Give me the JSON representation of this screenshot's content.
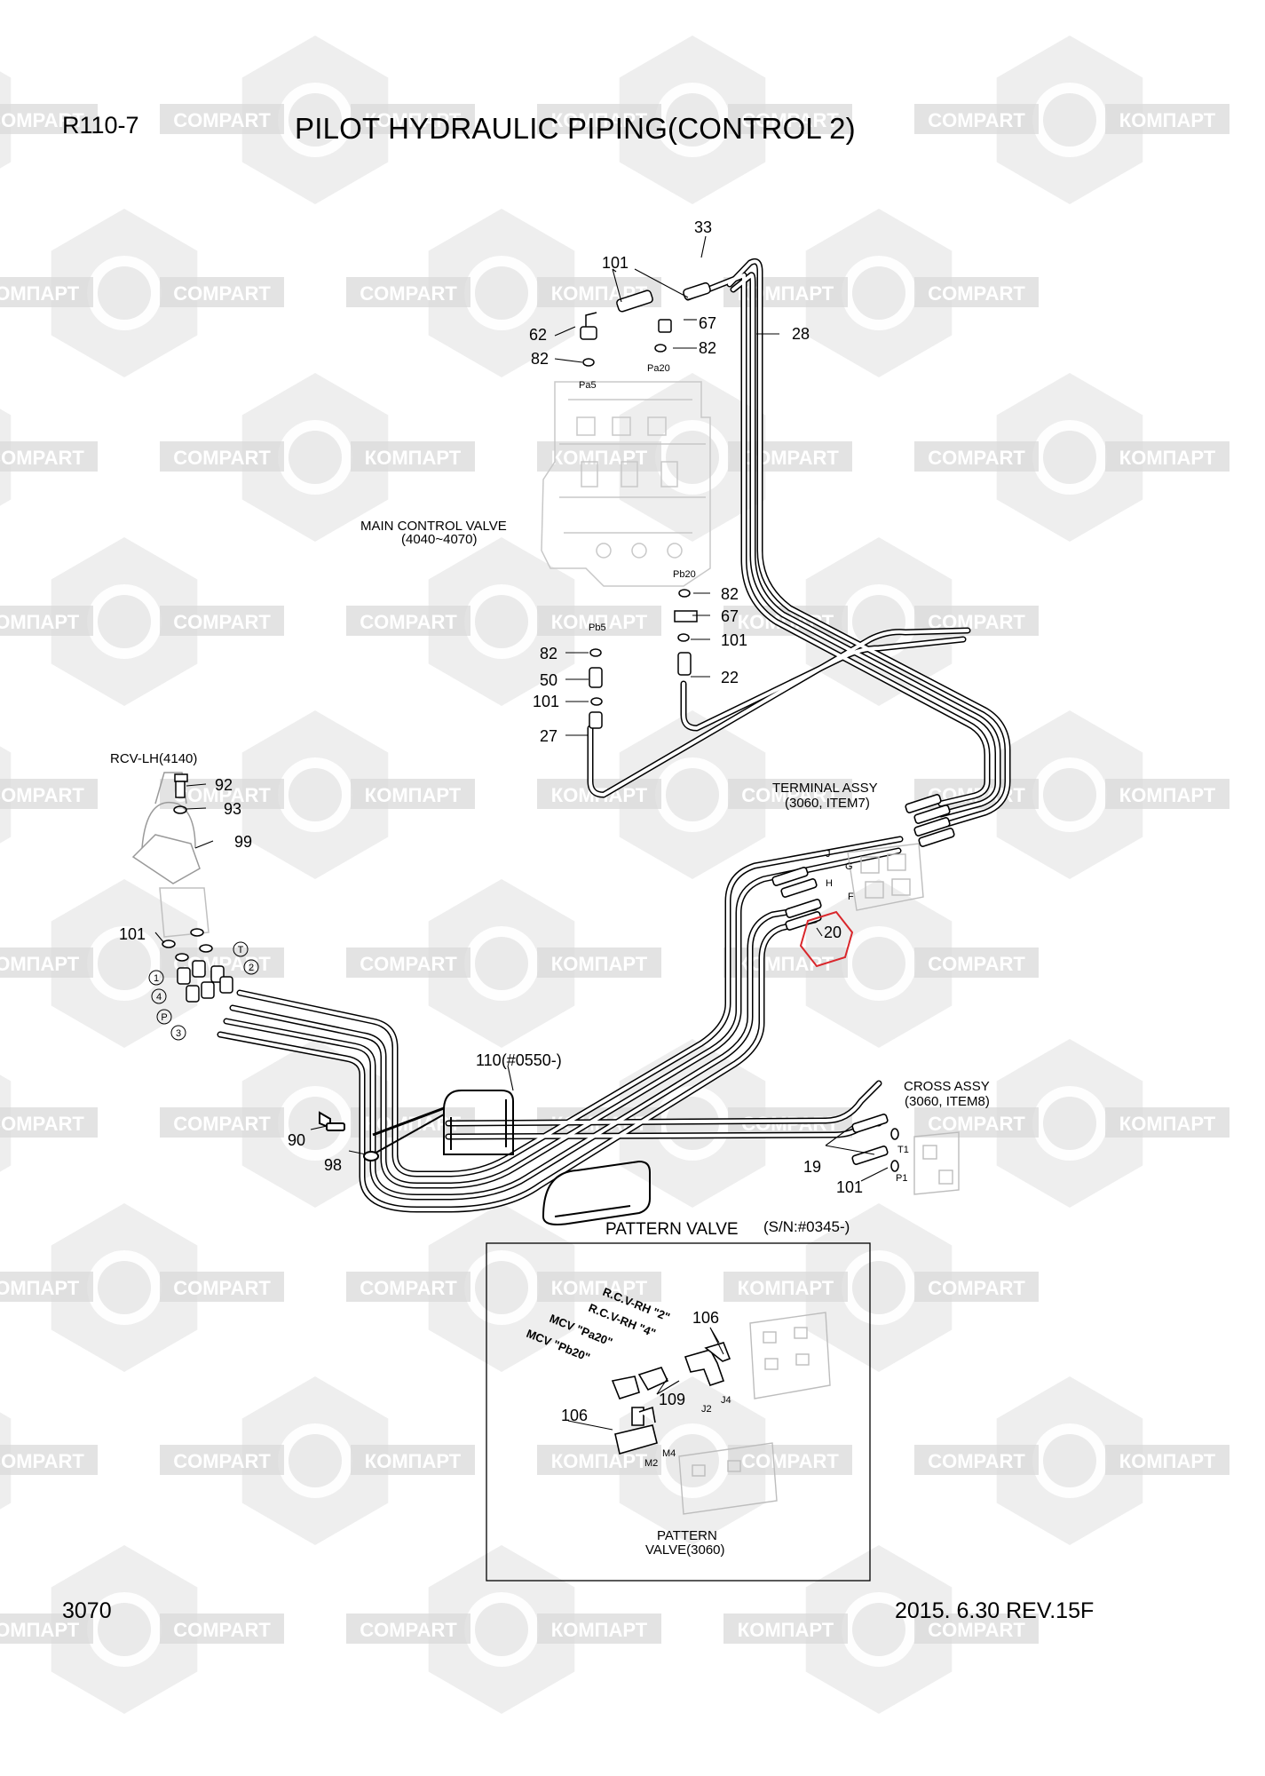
{
  "header": {
    "model": "R110-7",
    "title": "PILOT HYDRAULIC PIPING(CONTROL 2)"
  },
  "footer": {
    "page_number": "3070",
    "revision": "2015. 6.30  REV.15F"
  },
  "watermark": {
    "text_cyrillic": "КОМПАРТ",
    "text_latin": "COMPART",
    "color": "#d9d9d9"
  },
  "highlight_color": "#d9262b",
  "labels": {
    "main_control_valve": "MAIN CONTROL VALVE",
    "main_control_valve_range": "(4040~4070)",
    "rcv_lh": "RCV-LH(4140)",
    "terminal_assy": "TERMINAL ASSY",
    "terminal_assy_ref": "(3060, ITEM7)",
    "cross_assy": "CROSS ASSY",
    "cross_assy_ref": "(3060, ITEM8)",
    "item_110": "110(#0550-)",
    "pattern_valve_title": "PATTERN VALVE",
    "pattern_valve_serial": "(S/N:#0345-)",
    "pattern_valve_line1": "PATTERN",
    "pattern_valve_line2": "VALVE(3060)",
    "rcv_rh_2": "R.C.V-RH  \"2\"",
    "rcv_rh_4": "R.C.V-RH  \"4\"",
    "mcv_pa20": "MCV \"Pa20\"",
    "mcv_pb20": "MCV \"Pb20\""
  },
  "part_numbers": [
    "33",
    "101",
    "67",
    "82",
    "62",
    "82",
    "28",
    "82",
    "67",
    "101",
    "22",
    "82",
    "50",
    "101",
    "27",
    "92",
    "93",
    "99",
    "101",
    "20",
    "110",
    "90",
    "98",
    "19",
    "101",
    "106",
    "109",
    "106"
  ],
  "port_labels": {
    "pa5": "Pa5",
    "pa20": "Pa20",
    "pb20": "Pb20",
    "pb5": "Pb5",
    "j": "J",
    "h": "H",
    "g": "G",
    "f": "F",
    "t1": "T1",
    "p1": "P1",
    "j2": "J2",
    "j4": "J4",
    "m4": "M4",
    "m2": "M2"
  },
  "rcv_ports": [
    "T",
    "1",
    "2",
    "4",
    "P",
    "3"
  ]
}
